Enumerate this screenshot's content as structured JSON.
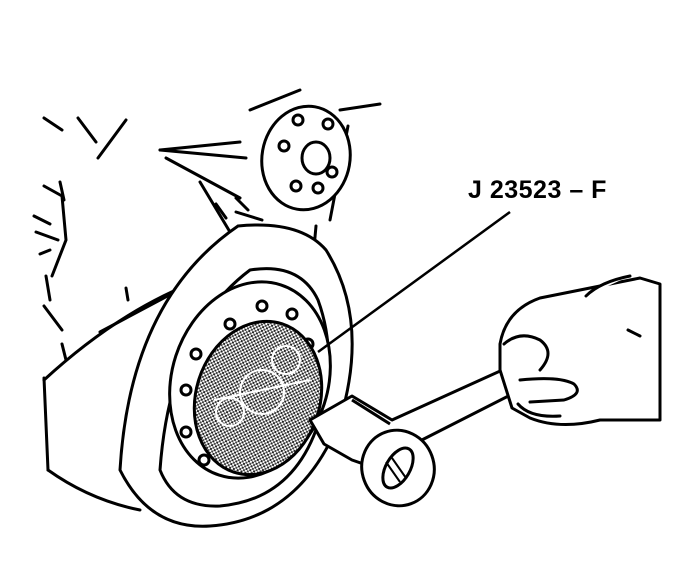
{
  "callout": {
    "label": "J 23523 – F"
  },
  "diagram": {
    "parts": [
      "engine-block",
      "crankshaft-balancer",
      "pulley",
      "holding-tool",
      "ratchet-wrench",
      "hand"
    ],
    "colors": {
      "line": "#000000",
      "background": "#ffffff",
      "shading": "#555555"
    }
  }
}
